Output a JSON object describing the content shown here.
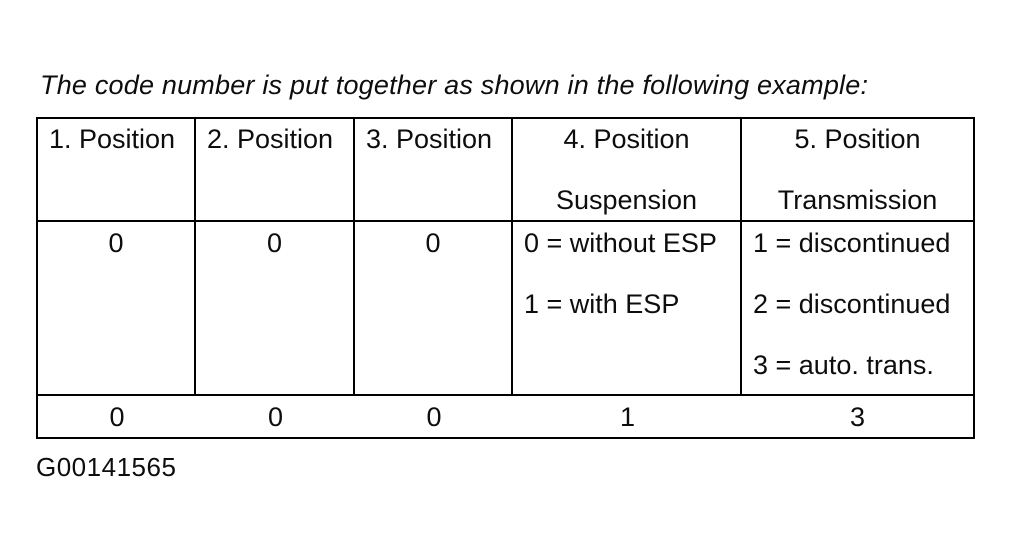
{
  "page": {
    "intro_text": "The code number is put together as shown in the following example:",
    "figure_id": "G00141565"
  },
  "table": {
    "columns": [
      {
        "header_lines": [
          "1. Position"
        ],
        "body_lines": [
          "0"
        ],
        "result": "0"
      },
      {
        "header_lines": [
          "2. Position"
        ],
        "body_lines": [
          "0"
        ],
        "result": "0"
      },
      {
        "header_lines": [
          "3. Position"
        ],
        "body_lines": [
          "0"
        ],
        "result": "0"
      },
      {
        "header_lines": [
          "4. Position",
          "Suspension"
        ],
        "body_lines": [
          "0 = without ESP",
          "1 = with ESP"
        ],
        "result": "1"
      },
      {
        "header_lines": [
          "5. Position",
          "Transmission"
        ],
        "body_lines": [
          "1 = discontinued",
          "2 = discontinued",
          "3 = auto. trans."
        ],
        "result": "3"
      }
    ]
  },
  "colors": {
    "text": "#0d0d0d",
    "border": "#000000",
    "background": "#ffffff"
  }
}
